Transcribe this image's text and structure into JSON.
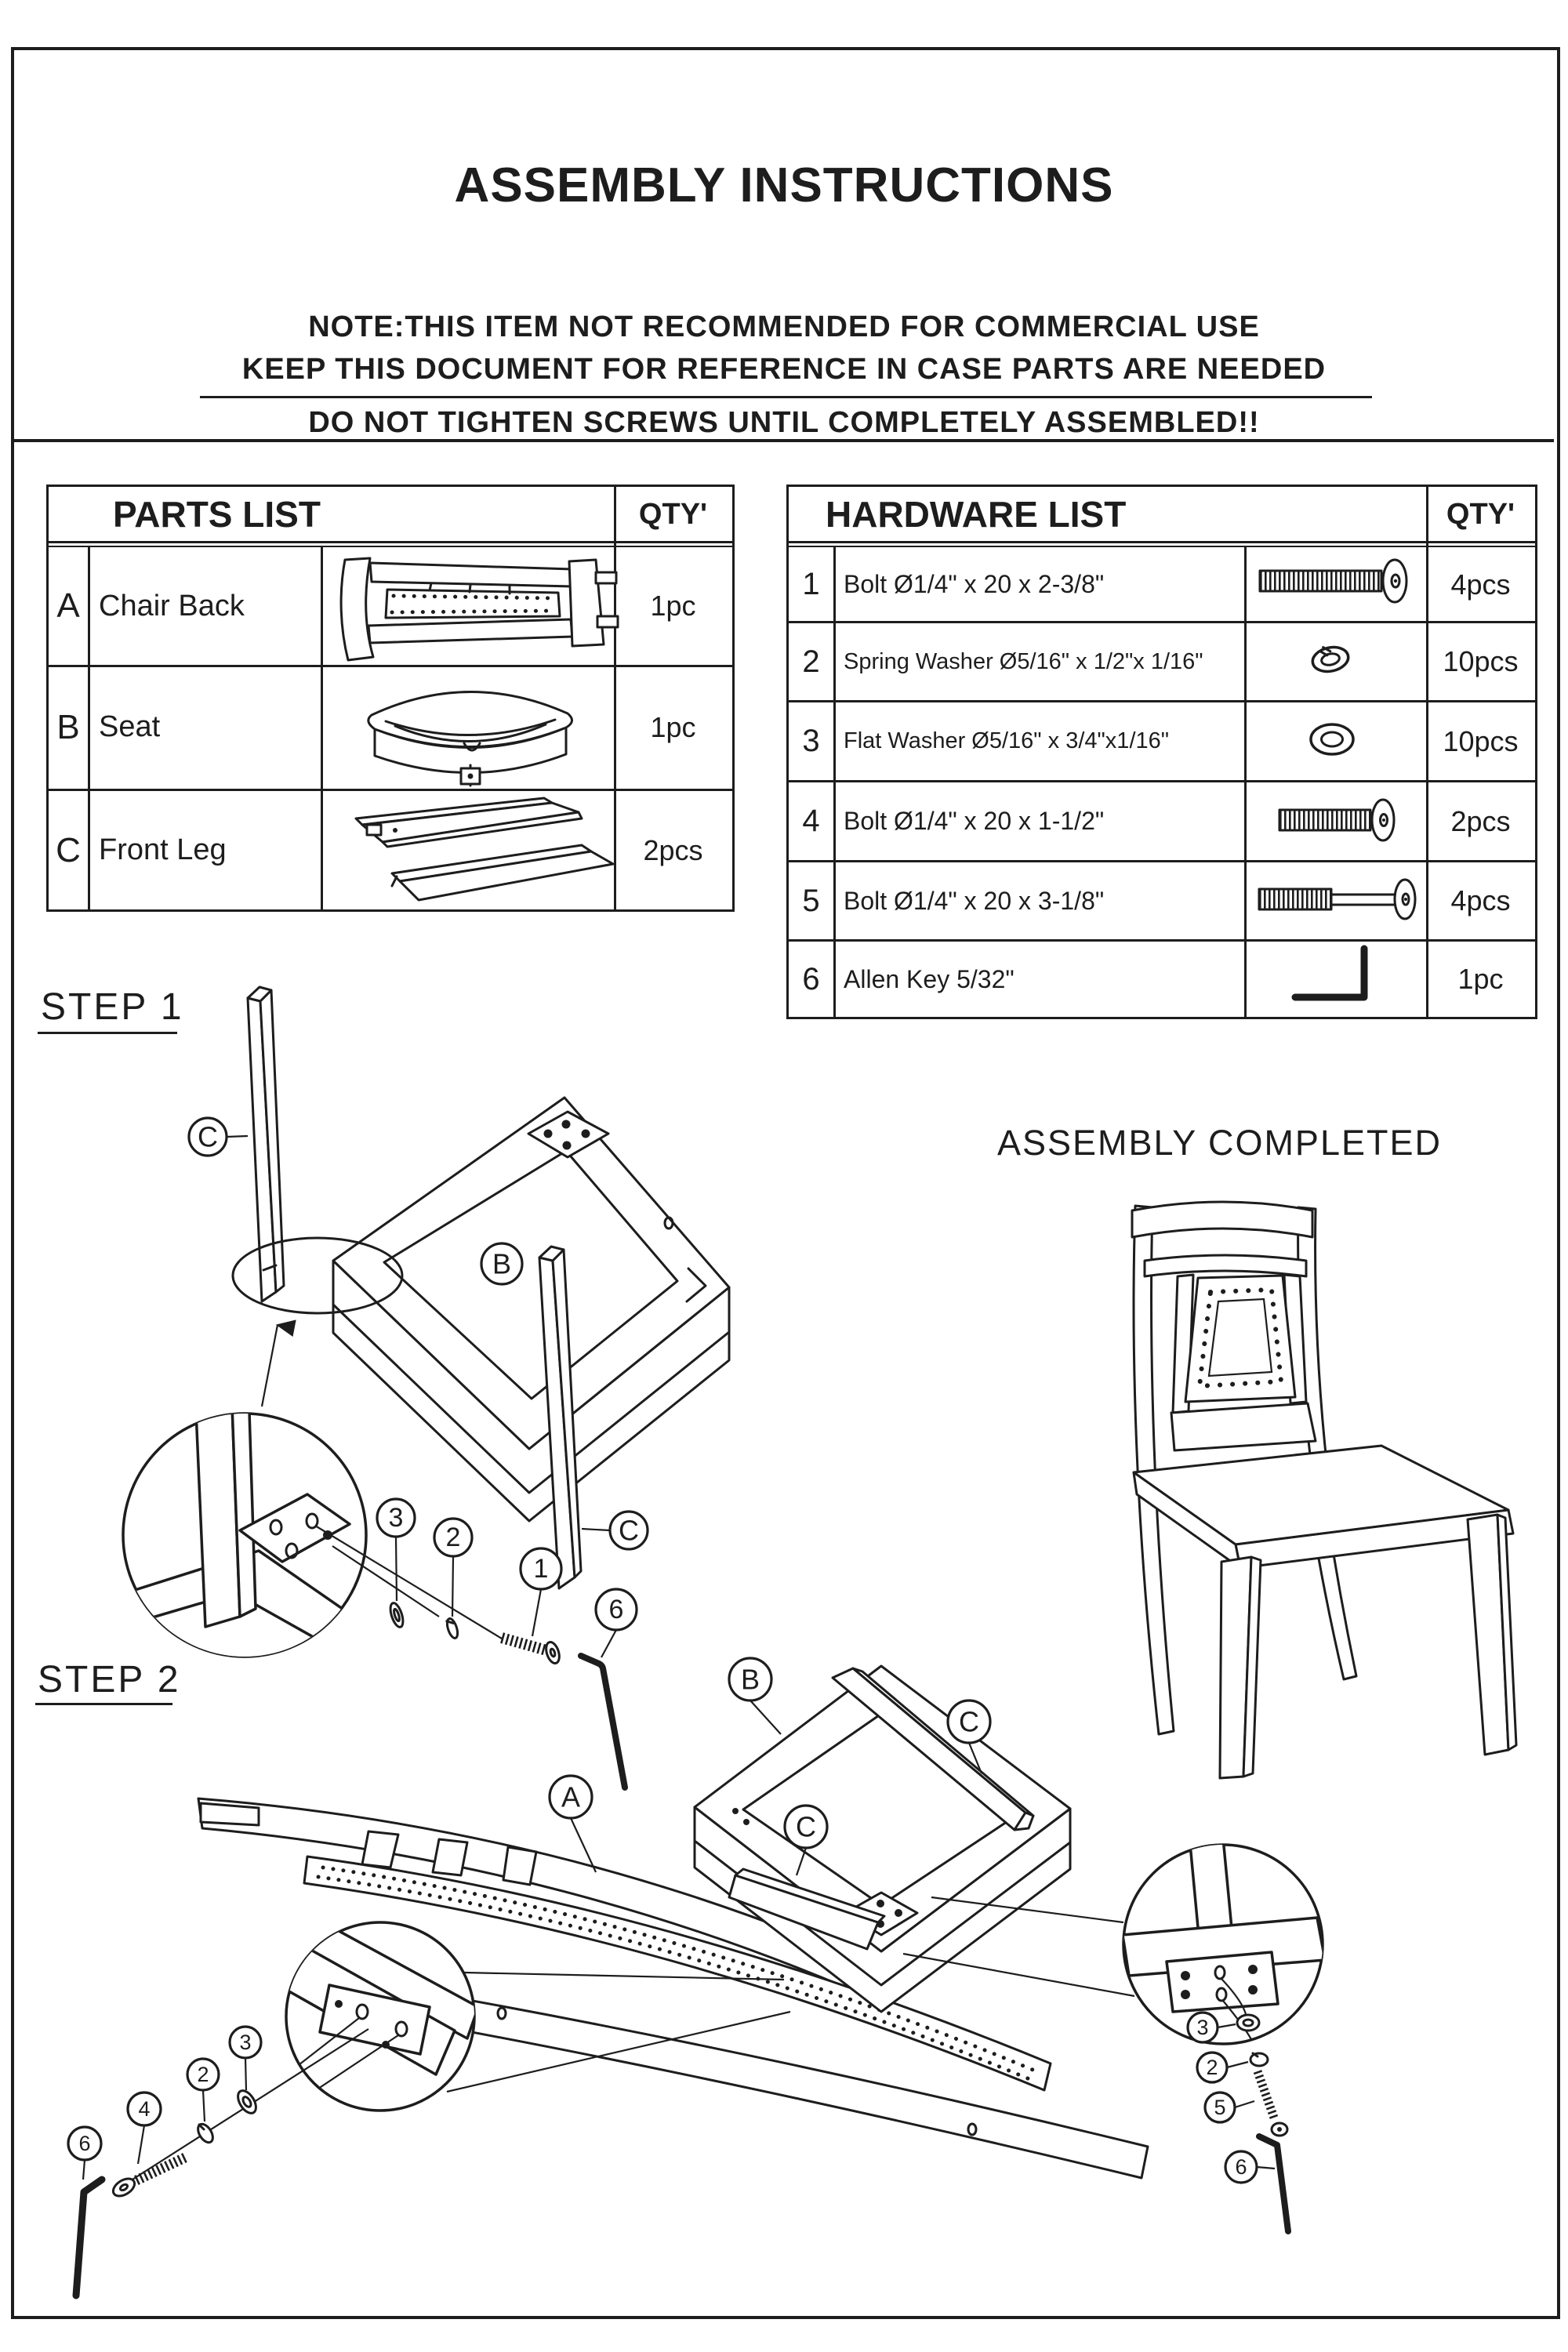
{
  "header": {
    "title": "ASSEMBLY INSTRUCTIONS",
    "note_line1": "NOTE:THIS ITEM NOT RECOMMENDED FOR COMMERCIAL USE",
    "note_line2": "KEEP THIS DOCUMENT FOR REFERENCE IN CASE PARTS ARE NEEDED",
    "warning": "DO NOT TIGHTEN SCREWS UNTIL COMPLETELY ASSEMBLED!!"
  },
  "parts_table": {
    "title": "PARTS LIST",
    "qty_header": "QTY'",
    "rows": [
      {
        "letter": "A",
        "name": "Chair Back",
        "qty": "1pc",
        "icon": "chair-back-icon"
      },
      {
        "letter": "B",
        "name": "Seat",
        "qty": "1pc",
        "icon": "seat-icon"
      },
      {
        "letter": "C",
        "name": "Front Leg",
        "qty": "2pcs",
        "icon": "front-legs-icon"
      }
    ]
  },
  "hardware_table": {
    "title": "HARDWARE LIST",
    "qty_header": "QTY'",
    "rows": [
      {
        "num": "1",
        "desc": "Bolt Ø1/4\" x 20 x 2-3/8\"",
        "qty": "4pcs",
        "icon": "bolt-long-icon"
      },
      {
        "num": "2",
        "desc": "Spring Washer Ø5/16\" x 1/2\"x 1/16\"",
        "qty": "10pcs",
        "icon": "spring-washer-icon"
      },
      {
        "num": "3",
        "desc": "Flat Washer Ø5/16\" x 3/4\"x1/16\"",
        "qty": "10pcs",
        "icon": "flat-washer-icon"
      },
      {
        "num": "4",
        "desc": "Bolt Ø1/4\" x 20 x 1-1/2\"",
        "qty": "2pcs",
        "icon": "bolt-short-icon"
      },
      {
        "num": "5",
        "desc": "Bolt Ø1/4\" x 20 x 3-1/8\"",
        "qty": "4pcs",
        "icon": "bolt-shank-icon"
      },
      {
        "num": "6",
        "desc": "Allen Key 5/32\"",
        "qty": "1pc",
        "icon": "allen-key-icon"
      }
    ]
  },
  "steps": {
    "step1_label": "STEP 1",
    "step2_label": "STEP 2",
    "completed_label": "ASSEMBLY COMPLETED"
  },
  "callouts": {
    "A": "A",
    "B": "B",
    "C": "C",
    "n1": "1",
    "n2": "2",
    "n3": "3",
    "n4": "4",
    "n5": "5",
    "n6": "6"
  }
}
